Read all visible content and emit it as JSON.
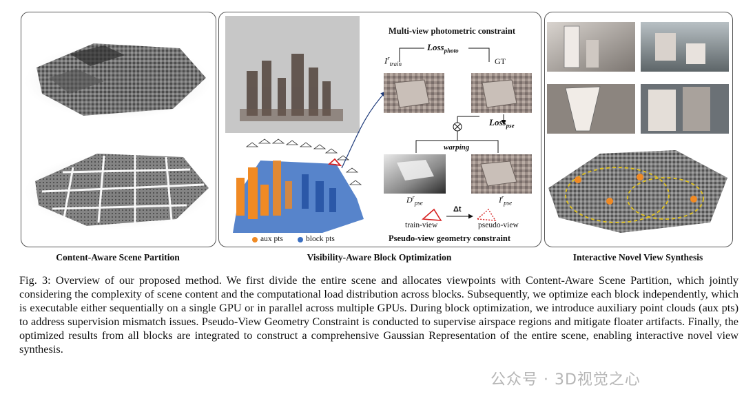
{
  "panels": {
    "partition": {
      "label": "Content-Aware Scene Partition"
    },
    "optimization": {
      "label": "Visibility-Aware Block Optimization",
      "photometric_title": "Multi-view photometric constraint",
      "loss_photo": "Loss",
      "loss_photo_sub": "photo",
      "i_train": "I",
      "i_train_sub": "train",
      "i_train_sup": "r",
      "gt": "GT",
      "loss_pse": "Loss",
      "loss_pse_sub": "pse",
      "warping": "warping",
      "d_pse": "D",
      "d_pse_sub": "pse",
      "d_pse_sup": "r",
      "i_pse": "I",
      "i_pse_sub": "pse",
      "i_pse_sup": "r",
      "delta_t": "Δt",
      "train_view": "train-view",
      "pseudo_view": "pseudo-view",
      "geometry_title": "Pseudo-view geometry constraint",
      "legend_aux": "aux pts",
      "legend_block": "block pts",
      "color_aux": "#f08a24",
      "color_block": "#3a6fc2",
      "color_camera_red": "#d62020"
    },
    "synthesis": {
      "label": "Interactive Novel View Synthesis",
      "color_path": "#e2c21a",
      "color_marker": "#f08a24"
    }
  },
  "caption": "Fig. 3: Overview of our proposed method. We first divide the entire scene and allocates viewpoints with Content-Aware Scene Partition, which jointly considering the complexity of scene content and the computational load distribution across blocks. Subsequently, we optimize each block independently, which is executable either sequentially on a single GPU or in parallel across multiple GPUs. During block optimization, we introduce auxiliary point clouds (aux pts) to address supervision mismatch issues. Pseudo-View Geometry Constraint is conducted to supervise airspace regions and mitigate floater artifacts. Finally, the optimized results from all blocks are integrated to construct a comprehensive Gaussian Representation of the entire scene, enabling interactive novel view synthesis.",
  "watermark": "公众号 · 3D视觉之心"
}
